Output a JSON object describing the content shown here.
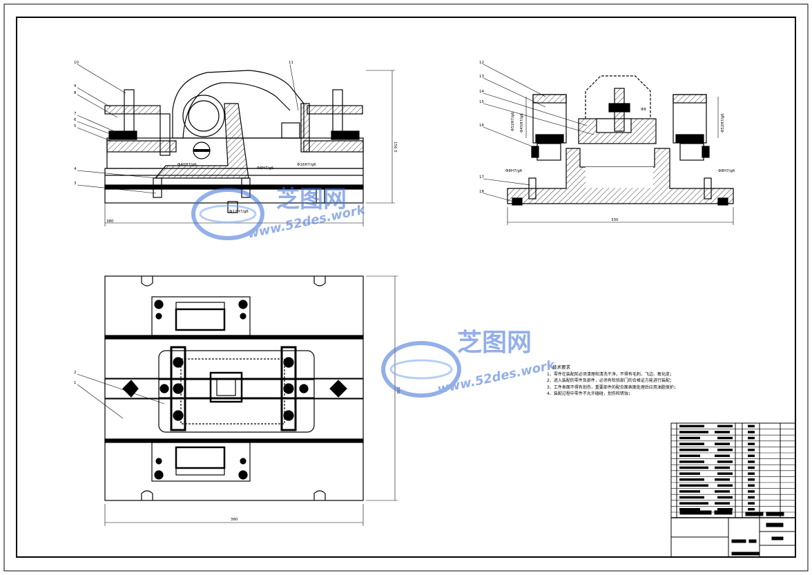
{
  "drawing": {
    "front_view": {
      "dim_overall_width": "380",
      "dim_height": "156.5",
      "fit_left": "Φ40H7/g6",
      "fit_right": "Φ8H7/g6",
      "fit_center": "Φ16H7/g6",
      "fit_bottom": "Φ12H7/g6",
      "leaders": [
        "10",
        "9",
        "8",
        "7",
        "6",
        "5",
        "4",
        "3",
        "11"
      ]
    },
    "side_view": {
      "dim_overall_width": "330",
      "fit_left": "Φ8H7/g6",
      "fit_right": "Φ8H7/g6",
      "dia_left": "Φ52H7/g6",
      "dia_left_inner": "Φ45H7/g6",
      "dia_right": "Φ52H7/g6",
      "dim_small": "Φ8",
      "leaders": [
        "12",
        "13",
        "14",
        "15",
        "16",
        "17",
        "18"
      ]
    },
    "top_view": {
      "dim_width": "380",
      "dim_height": "330",
      "leaders": [
        "2",
        "1"
      ]
    },
    "tech_notes": {
      "title": "技术要求",
      "items": [
        "1、零件在装配前必须清理和清洗干净，不得有毛刺、飞边、氧化皮；",
        "2、进入装配的零件及部件，必须有检验部门的合格证方能进行装配；",
        "3、工件表面不得有划伤，重要部件的配合面表面处理后应用油脂保护；",
        "4、装配过程中零件不允许磕碰，划伤和锈蚀；"
      ]
    }
  },
  "watermark": {
    "brand": "芝图网",
    "url": "www.52des.work"
  },
  "colors": {
    "line": "#000000",
    "paper": "#ffffff",
    "watermark": "#3b6fd6"
  }
}
